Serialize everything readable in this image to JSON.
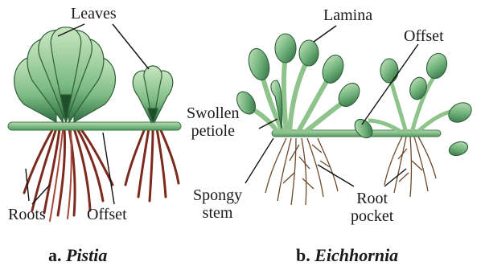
{
  "pistia": {
    "leaves": "Leaves",
    "roots": "Roots",
    "offset": "Offset",
    "caption_prefix": "a.",
    "caption_name": "Pistia"
  },
  "eichhornia": {
    "lamina": "Lamina",
    "offset": "Offset",
    "swollen_petiole_1": "Swollen",
    "swollen_petiole_2": "petiole",
    "spongy_stem_1": "Spongy",
    "spongy_stem_2": "stem",
    "root_pocket_1": "Root",
    "root_pocket_2": "pocket",
    "caption_prefix": "b.",
    "caption_name": "Eichhornia"
  },
  "colors": {
    "leaf_light": "#c7e3bf",
    "leaf_mid": "#6fb078",
    "leaf_dark": "#1f5c34",
    "root_red": "#8a2a1f",
    "root_brown": "#6b4a2a",
    "stem": "#8ec38c"
  }
}
